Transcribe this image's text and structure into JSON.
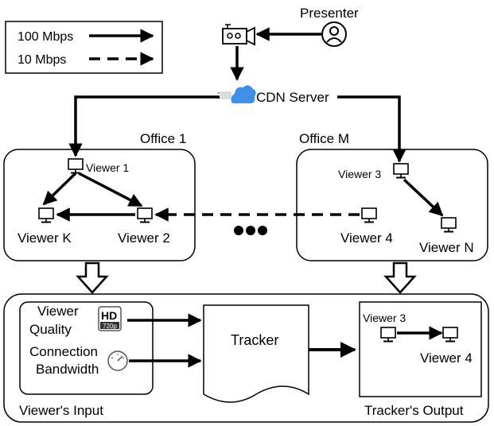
{
  "legend": {
    "items": [
      {
        "label": "100 Mbps",
        "style": "solid"
      },
      {
        "label": "10 Mbps",
        "style": "dashed"
      }
    ]
  },
  "top": {
    "presenter_label": "Presenter",
    "cdn_label": "CDN Server"
  },
  "office1": {
    "title": "Office 1",
    "viewer_1": "Viewer 1",
    "viewer_k": "Viewer K",
    "viewer_2": "Viewer 2"
  },
  "officeM": {
    "title": "Office M",
    "viewer_3": "Viewer 3",
    "viewer_4": "Viewer 4",
    "viewer_n": "Viewer N"
  },
  "input": {
    "quality_line1": "Viewer",
    "quality_line2": "Quality",
    "hd_badge_main": "HD",
    "hd_badge_sub": "720p",
    "bandwidth_line1": "Connection",
    "bandwidth_line2": "Bandwidth",
    "caption": "Viewer's Input"
  },
  "tracker": {
    "label": "Tracker"
  },
  "output": {
    "viewer_3": "Viewer 3",
    "viewer_4": "Viewer 4",
    "caption": "Tracker's Output"
  },
  "colors": {
    "cloud": "#3d8fe8",
    "cloud_plug": "#d9dde3",
    "stroke": "#000000"
  }
}
